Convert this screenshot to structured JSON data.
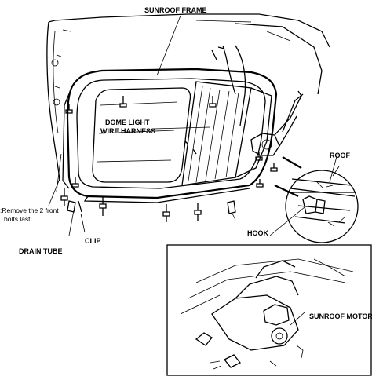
{
  "labels": {
    "sunroof_frame": "SUNROOF FRAME",
    "dome_light_1": "DOME LIGHT",
    "dome_light_2": "WIRE HARNESS",
    "roof": "ROOF",
    "hook": "HOOK",
    "remove_note_1": ":Remove the 2 front",
    "remove_note_2": "bolts last.",
    "clip": "CLIP",
    "drain_tube": "DRAIN TUBE",
    "sunroof_motor": "SUNROOF MOTOR"
  }
}
